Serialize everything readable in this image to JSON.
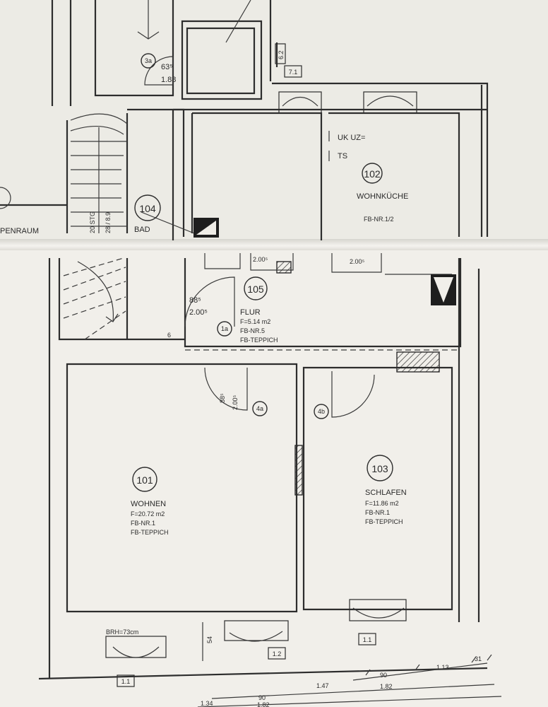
{
  "rooms": {
    "r101": {
      "number": "101",
      "name": "WOHNEN",
      "area": "F=20.72 m2",
      "floor": "FB-NR.1",
      "finish": "FB-TEPPICH"
    },
    "r102": {
      "number": "102",
      "name": "WOHNKÜCHE",
      "floor": "FB-NR.1/2",
      "note1": "UK UZ=",
      "note2": "TS"
    },
    "r103": {
      "number": "103",
      "name": "SCHLAFEN",
      "area": "F=11.86 m2",
      "floor": "FB-NR.1",
      "finish": "FB-TEPPICH"
    },
    "r104": {
      "number": "104",
      "name": "BAD"
    },
    "r105": {
      "number": "105",
      "name": "FLUR",
      "area": "F=5.14 m2",
      "floor": "FB-NR.5",
      "finish": "FB-TEPPICH"
    },
    "stair": {
      "name": "PENRAUM",
      "steps": "20 STG",
      "ratio": "28 / 8.9"
    }
  },
  "doors": {
    "d3a": {
      "tag": "3a",
      "width": "63⁵",
      "height": "1.88"
    },
    "d1a": {
      "tag": "1a",
      "width": "88⁵",
      "height": "2.00⁵"
    },
    "d4a": {
      "tag": "4a",
      "width": "88⁵",
      "height": "2.00⁵"
    },
    "d4b": {
      "tag": "4b"
    }
  },
  "windows": {
    "w62": "6.2",
    "w71": "7.1",
    "w11a": "1.1",
    "w12": "1.2",
    "w11b": "1.1",
    "brh": "BRH=73cm"
  },
  "dims": {
    "top_a": "2.00⁵",
    "top_b": "2.00⁵",
    "d6": "6",
    "d54": "54",
    "row1": [
      "90",
      "1.13",
      "31"
    ],
    "row2": [
      "1.47",
      "1.82"
    ],
    "row3": [
      "1.34",
      "90",
      "1.82"
    ]
  }
}
